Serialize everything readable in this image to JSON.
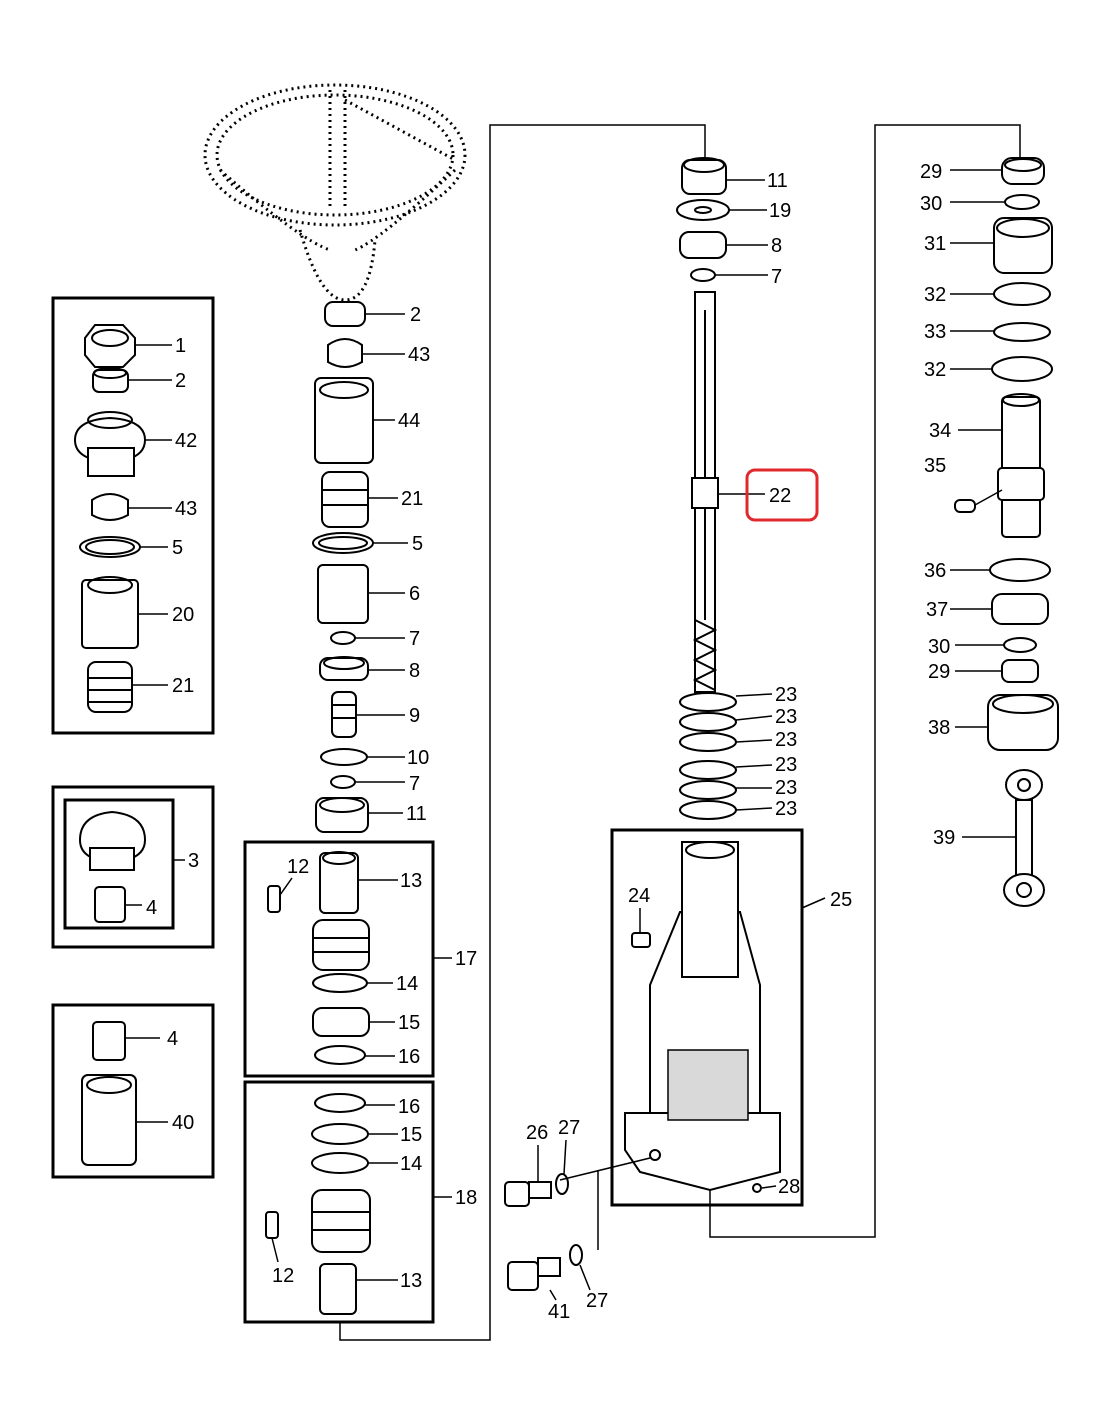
{
  "highlight_color": "#e0282d",
  "labels": {
    "l1": "1",
    "l2": "2",
    "l42": "42",
    "l43": "43",
    "l5": "5",
    "l20": "20",
    "l21": "21",
    "l3": "3",
    "l4a": "4",
    "l4b": "4",
    "l40": "40",
    "c2": "2",
    "c43": "43",
    "c44": "44",
    "c21": "21",
    "c5": "5",
    "c6": "6",
    "c7a": "7",
    "c8": "8",
    "c9": "9",
    "c10": "10",
    "c7b": "7",
    "c11": "11",
    "c12a": "12",
    "c13a": "13",
    "c17": "17",
    "c14a": "14",
    "c15a": "15",
    "c16a": "16",
    "c16b": "16",
    "c15b": "15",
    "c14b": "14",
    "c18": "18",
    "c12b": "12",
    "c13b": "13",
    "s11": "11",
    "s19": "19",
    "s8": "8",
    "s7": "7",
    "s22": "22",
    "s23a": "23",
    "s23b": "23",
    "s23c": "23",
    "s23d": "23",
    "s23e": "23",
    "s23f": "23",
    "s24": "24",
    "s25": "25",
    "s26": "26",
    "s27a": "27",
    "s28": "28",
    "s41": "41",
    "s27b": "27",
    "r29a": "29",
    "r30a": "30",
    "r31": "31",
    "r32a": "32",
    "r33": "33",
    "r32b": "32",
    "r34": "34",
    "r35": "35",
    "r36": "36",
    "r37": "37",
    "r30b": "30",
    "r29b": "29",
    "r38": "38",
    "r39": "39"
  }
}
